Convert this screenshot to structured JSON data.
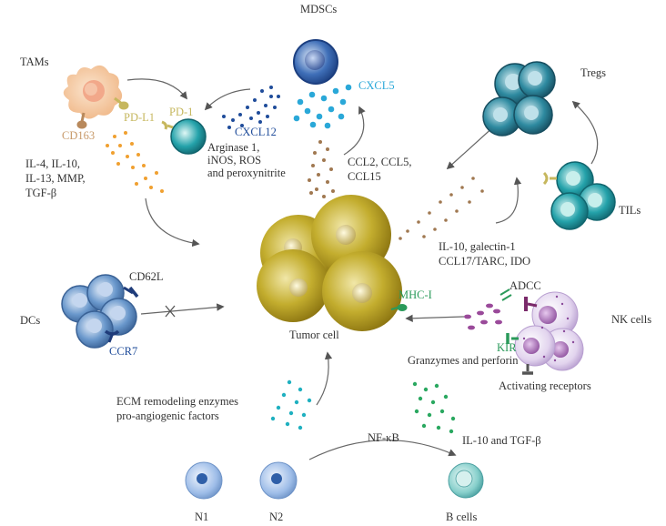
{
  "labels": {
    "mdscs": "MDSCs",
    "tams": "TAMs",
    "tregs": "Tregs",
    "tils": "TILs",
    "dcs": "DCs",
    "nk_cells": "NK cells",
    "b_cells": "B cells",
    "n1": "N1",
    "n2": "N2",
    "tumor_cell": "Tumor cell",
    "pd_l1": "PD-L1",
    "pd_1": "PD-1",
    "cd163": "CD163",
    "cxcl12": "CXCL12",
    "cxcl5": "CXCL5",
    "ccl_group": [
      "CCL2, CCL5,",
      "CCL15"
    ],
    "arginase": [
      "Arginase 1,",
      "iNOS, ROS",
      "and peroxynitrite"
    ],
    "il_tam": [
      "IL-4, IL-10,",
      "IL-13, MMP,",
      "TGF-β"
    ],
    "il_tumor": [
      "IL-10, galectin-1",
      "CCL17/TARC, IDO"
    ],
    "cd62l": "CD62L",
    "ccr7": "CCR7",
    "mhc_i": "MHC-I",
    "adcc": "ADCC",
    "kir": "KIR",
    "granzymes": "Granzymes and perforin",
    "activating": "Activating receptors",
    "ecm": [
      "ECM remodeling enzymes",
      "pro-angiogenic factors"
    ],
    "il_tgf": "IL-10 and TGF-β",
    "nfkb": "NF-κB"
  },
  "colors": {
    "tumor": "#b5a020",
    "mdsc": "#2f5fa8",
    "cxcl5": "#2aa8d8",
    "cxcl12": "#1f4c9a",
    "ccl_dots": "#a07850",
    "tam": "#f4c69a",
    "tam_dots": "#f0a030",
    "teal_cell": "#1f9ea6",
    "treg": "#2a7f93",
    "dc": "#5a8ec6",
    "nk": "#d8c8e8",
    "nk_dots": "#9a4a9a",
    "green_dots": "#2aa860",
    "b_cell": "#6ec2c2",
    "neutrophil": "#8fb4e6",
    "receptor_green": "#2a9a5a",
    "receptor_navy": "#1f3c7a",
    "receptor_olive": "#c6b75e",
    "text_cxcl5": "#2aa8d8",
    "text_cxcl12": "#1f4c9a",
    "text_pd": "#c6b75e",
    "text_cd163": "#c89a6a",
    "text_ccr7": "#1f4c9a",
    "text_mhc": "#2a9a5a",
    "text_kir": "#2a9a5a"
  }
}
